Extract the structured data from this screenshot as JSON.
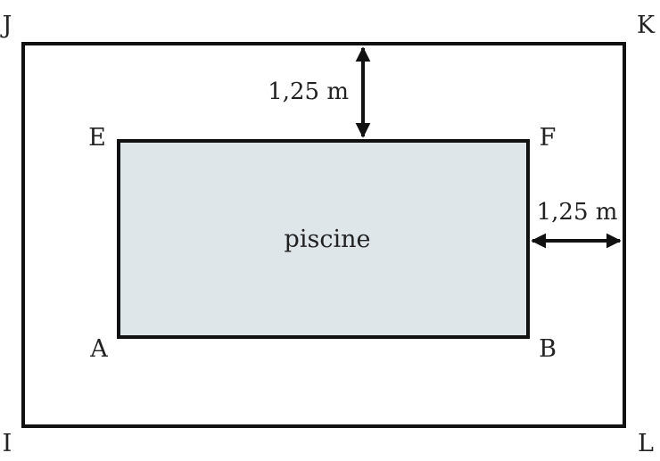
{
  "colors": {
    "stroke": "#111111",
    "pool_fill": "#dfe6ea",
    "text": "#222222"
  },
  "pool": {
    "label": "piscine"
  },
  "vertices": {
    "J": "J",
    "K": "K",
    "I": "I",
    "L": "L",
    "E": "E",
    "F": "F",
    "A": "A",
    "B": "B"
  },
  "dimensions": {
    "top_gap": "1,25 m",
    "right_gap": "1,25 m"
  }
}
